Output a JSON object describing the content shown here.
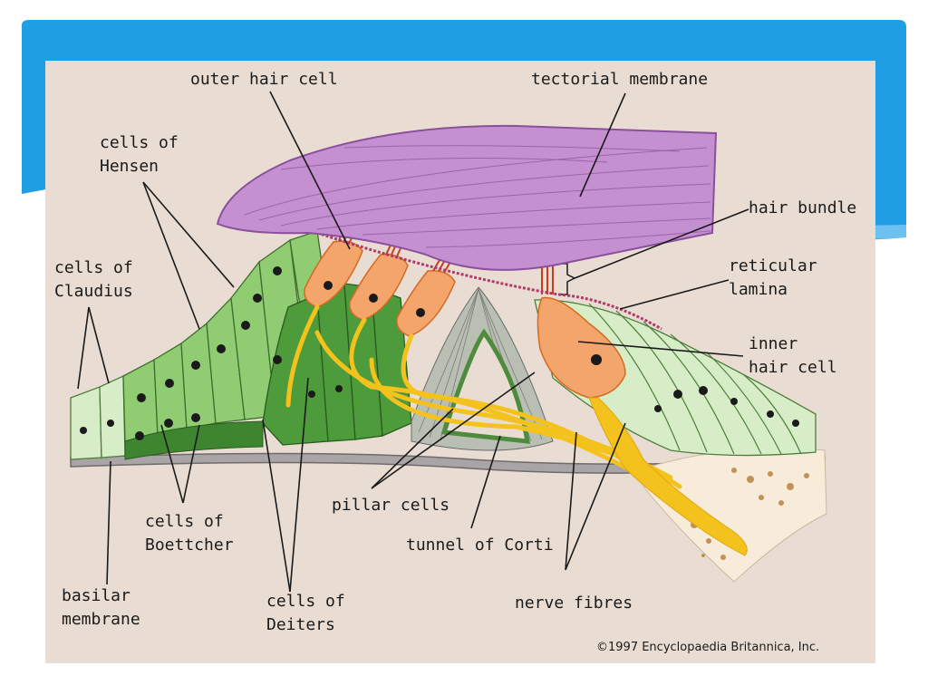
{
  "labels": {
    "outer_hair_cell": "outer hair cell",
    "tectorial_membrane": "tectorial membrane",
    "cells_of_hensen": "cells of\nHensen",
    "cells_of_claudius": "cells of\nClaudius",
    "hair_bundle": "hair bundle",
    "reticular_lamina": "reticular\nlamina",
    "inner_hair_cell": "inner\nhair cell",
    "pillar_cells": "pillar cells",
    "tunnel_of_corti": "tunnel of Corti",
    "cells_of_boettcher": "cells of\nBoettcher",
    "basilar_membrane": "basilar\nmembrane",
    "cells_of_deiters": "cells of\nDeiters",
    "nerve_fibres": "nerve fibres"
  },
  "credit": "©1997 Encyclopaedia Britannica, Inc.",
  "colors": {
    "slide_accent": "#1e9be3",
    "figure_bg": "#e9ddd3",
    "tectorial": "#c48fd0",
    "hensen_green": "#8fce6f",
    "claudius_green": "#cfe9c0",
    "deiters_green": "#4d9a3a",
    "hair_cell_orange": "#f2a46a",
    "nerve_yellow": "#f4c21c"
  }
}
